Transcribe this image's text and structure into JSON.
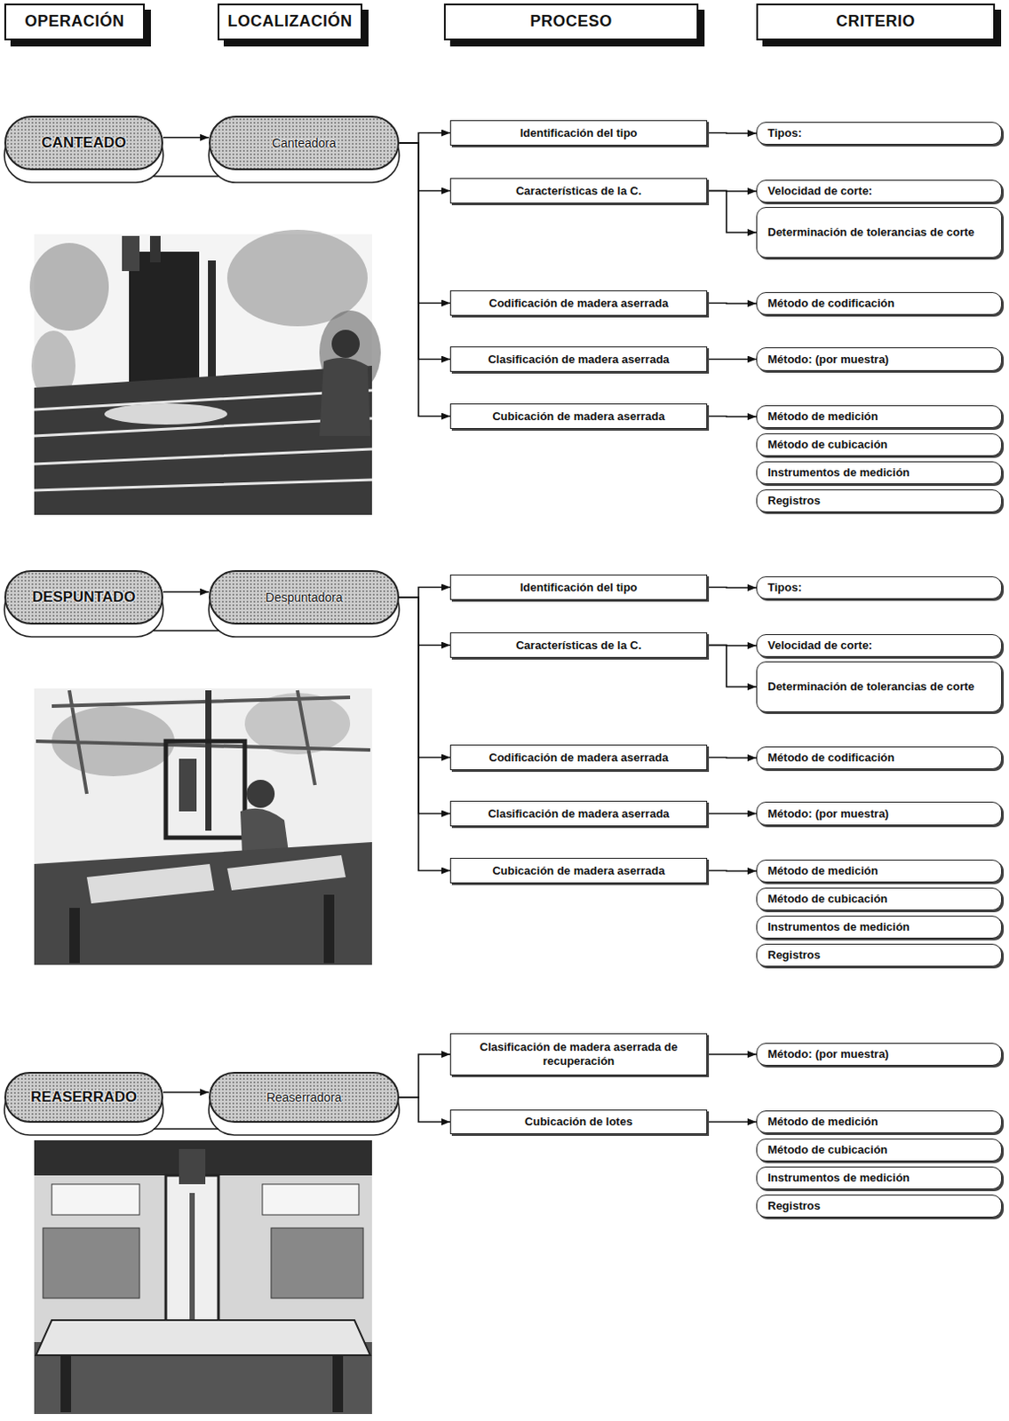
{
  "diagram": {
    "nodes": [
      {
        "text": [
          "OPERACIÓN"
        ]
      },
      {
        "text": [
          "LOCALIZACIÓN"
        ]
      },
      {
        "text": [
          "PROCESO"
        ]
      },
      {
        "text": [
          "CRITERIO"
        ]
      },
      {
        "text": [
          "CANTEADO"
        ]
      },
      {
        "text": [
          "Canteadora"
        ]
      },
      {
        "text": [
          "Identificación del tipo"
        ]
      },
      {
        "text": [
          "Tipos:"
        ]
      },
      {
        "text": [
          "Características de la C."
        ]
      },
      {
        "text": [
          "Velocidad de corte:"
        ]
      },
      {
        "text": [
          "Determinación de tolerancias de corte"
        ]
      },
      {
        "text": [
          "Codificación de madera aserrada"
        ]
      },
      {
        "text": [
          "Método de codificación"
        ]
      },
      {
        "text": [
          "Clasificación de madera aserrada"
        ]
      },
      {
        "text": [
          "Método: (por muestra)"
        ]
      },
      {
        "text": [
          "Cubicación de madera aserrada"
        ]
      },
      {
        "text": [
          "Método de medición"
        ]
      },
      {
        "text": [
          "Método de cubicación"
        ]
      },
      {
        "text": [
          "Instrumentos de medición"
        ]
      },
      {
        "text": [
          "Registros"
        ]
      },
      {
        "text": [
          "DESPUNTADO"
        ]
      },
      {
        "text": [
          "Despuntadora"
        ]
      },
      {
        "text": [
          "Identificación del tipo"
        ]
      },
      {
        "text": [
          "Tipos:"
        ]
      },
      {
        "text": [
          "Características de la C."
        ]
      },
      {
        "text": [
          "Velocidad de corte:"
        ]
      },
      {
        "text": [
          "Determinación de tolerancias de corte"
        ]
      },
      {
        "text": [
          "Codificación de madera aserrada"
        ]
      },
      {
        "text": [
          "Método de codificación"
        ]
      },
      {
        "text": [
          "Clasificación de madera aserrada"
        ]
      },
      {
        "text": [
          "Método: (por muestra)"
        ]
      },
      {
        "text": [
          "Cubicación de madera aserrada"
        ]
      },
      {
        "text": [
          "Método de medición"
        ]
      },
      {
        "text": [
          "Método de cubicación"
        ]
      },
      {
        "text": [
          "Instrumentos de medición"
        ]
      },
      {
        "text": [
          "Registros"
        ]
      },
      {
        "text": [
          "REASERRADO"
        ]
      },
      {
        "text": [
          "Reaserradora"
        ]
      },
      {
        "text": [
          "Clasificación de madera aserrada de recuperación"
        ]
      },
      {
        "text": [
          "Método: (por muestra)"
        ]
      },
      {
        "text": [
          "Cubicación de lotes"
        ]
      },
      {
        "text": [
          "Método de medición"
        ]
      },
      {
        "text": [
          "Método de cubicación"
        ]
      },
      {
        "text": [
          "Instrumentos de medición"
        ]
      },
      {
        "text": [
          "Registros"
        ]
      }
    ],
    "edges": [
      {
        "from": 4,
        "to": 5,
        "arrow": "to"
      },
      {
        "from": 5,
        "to": 6,
        "arrow": "to"
      },
      {
        "from": 5,
        "to": 8,
        "arrow": "to"
      },
      {
        "from": 5,
        "to": 11,
        "arrow": "to"
      },
      {
        "from": 5,
        "to": 13,
        "arrow": "to"
      },
      {
        "from": 5,
        "to": 15,
        "arrow": "to"
      },
      {
        "from": 6,
        "to": 7,
        "arrow": "to"
      },
      {
        "from": 8,
        "to": 9,
        "arrow": "to"
      },
      {
        "from": 8,
        "to": 10,
        "arrow": "to"
      },
      {
        "from": 11,
        "to": 12,
        "arrow": "to"
      },
      {
        "from": 13,
        "to": 14,
        "arrow": "to"
      },
      {
        "from": 15,
        "to": 16,
        "arrow": "to"
      },
      {
        "from": 20,
        "to": 21,
        "arrow": "to"
      },
      {
        "from": 21,
        "to": 22,
        "arrow": "to"
      },
      {
        "from": 21,
        "to": 24,
        "arrow": "to"
      },
      {
        "from": 21,
        "to": 27,
        "arrow": "to"
      },
      {
        "from": 21,
        "to": 29,
        "arrow": "to"
      },
      {
        "from": 21,
        "to": 31,
        "arrow": "to"
      },
      {
        "from": 22,
        "to": 23,
        "arrow": "to"
      },
      {
        "from": 24,
        "to": 25,
        "arrow": "to"
      },
      {
        "from": 24,
        "to": 26,
        "arrow": "to"
      },
      {
        "from": 27,
        "to": 28,
        "arrow": "to"
      },
      {
        "from": 29,
        "to": 30,
        "arrow": "to"
      },
      {
        "from": 31,
        "to": 32,
        "arrow": "to"
      },
      {
        "from": 36,
        "to": 37,
        "arrow": "to"
      },
      {
        "from": 37,
        "to": 38,
        "arrow": "to"
      },
      {
        "from": 37,
        "to": 40,
        "arrow": "to"
      },
      {
        "from": 38,
        "to": 39,
        "arrow": "to"
      },
      {
        "from": 40,
        "to": 41,
        "arrow": "to"
      }
    ]
  }
}
